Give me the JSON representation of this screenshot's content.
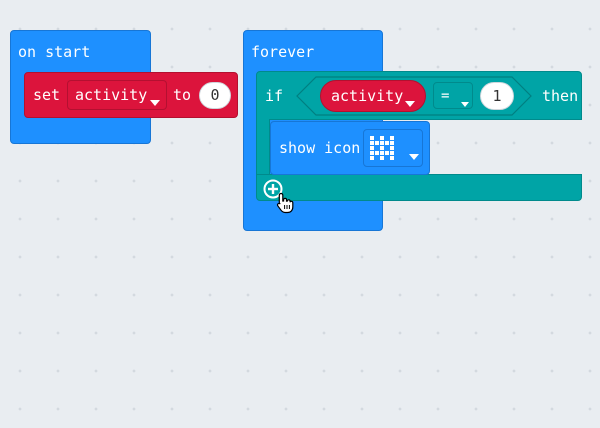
{
  "on_start": {
    "title": "on start",
    "set_label": "set",
    "variable": "activity",
    "to_label": "to",
    "value": "0"
  },
  "forever": {
    "title": "forever",
    "if_label": "if",
    "variable": "activity",
    "operator": "=",
    "compare_value": "1",
    "then_label": "then",
    "show_icon_label": "show icon",
    "icon_pattern": [
      [
        1,
        0,
        1,
        0,
        1
      ],
      [
        1,
        1,
        1,
        1,
        1
      ],
      [
        1,
        0,
        1,
        0,
        1
      ],
      [
        1,
        1,
        1,
        1,
        1
      ],
      [
        1,
        0,
        1,
        0,
        1
      ]
    ]
  },
  "colors": {
    "event_blue": "#1e90ff",
    "variables_red": "#dc143c",
    "logic_teal": "#00a4a6",
    "workspace": "#e9edf1"
  },
  "icons": [
    "dropdown-caret-icon",
    "plus-circle-icon",
    "hand-cursor-icon",
    "led-icon"
  ]
}
